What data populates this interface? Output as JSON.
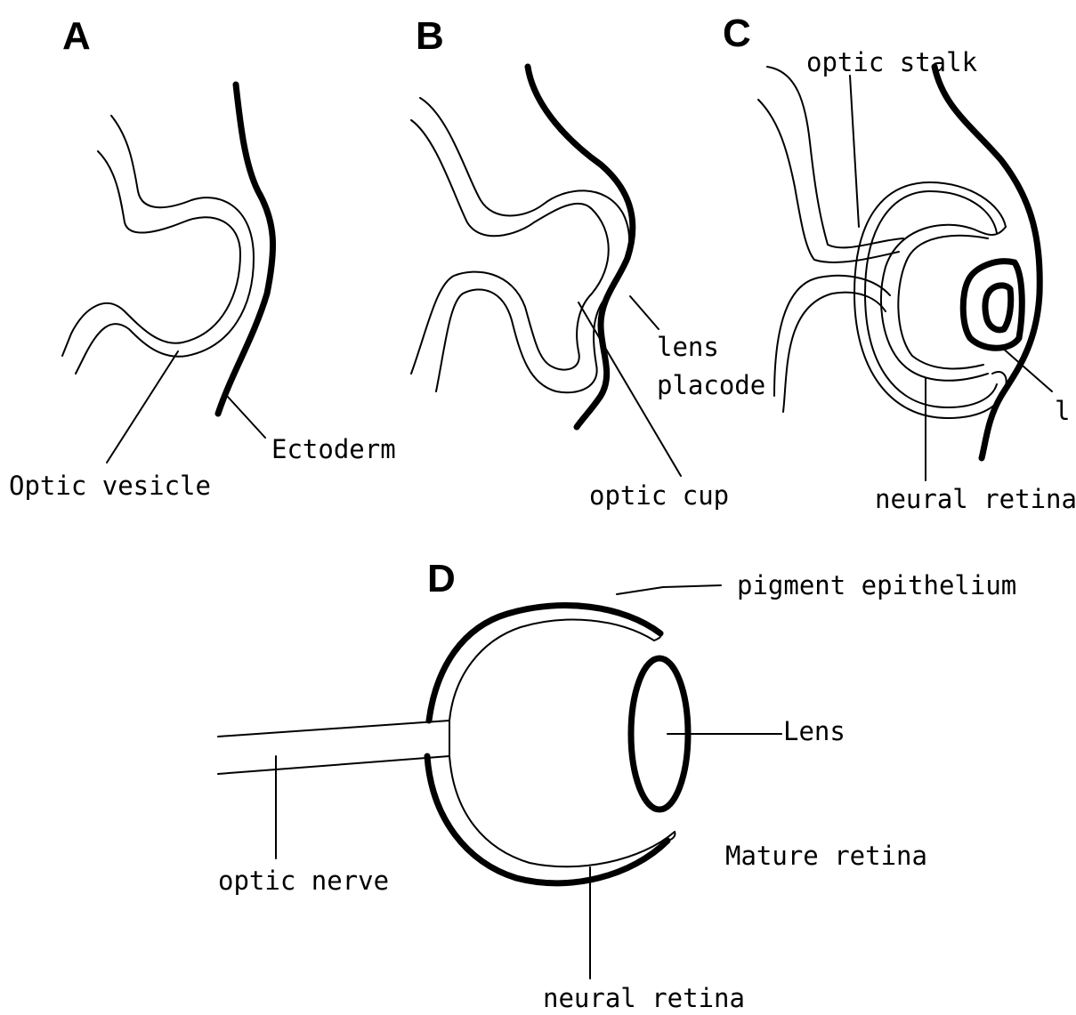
{
  "panels": {
    "a": {
      "letter": "A",
      "labels": {
        "optic_vesicle": "Optic vesicle",
        "ectoderm": "Ectoderm"
      }
    },
    "b": {
      "letter": "B",
      "labels": {
        "lens_placode_line1": "lens",
        "lens_placode_line2": "placode",
        "optic_cup": "optic cup"
      }
    },
    "c": {
      "letter": "C",
      "labels": {
        "optic_stalk": "optic stalk",
        "l": "l",
        "neural_retina": "neural retina"
      }
    },
    "d": {
      "letter": "D",
      "labels": {
        "pigment_epithelium": "pigment epithelium",
        "lens": "Lens",
        "mature_retina": "Mature retina",
        "optic_nerve": "optic nerve",
        "neural_retina": "neural retina"
      }
    }
  },
  "colors": {
    "line": "#000000",
    "background": "#ffffff"
  }
}
